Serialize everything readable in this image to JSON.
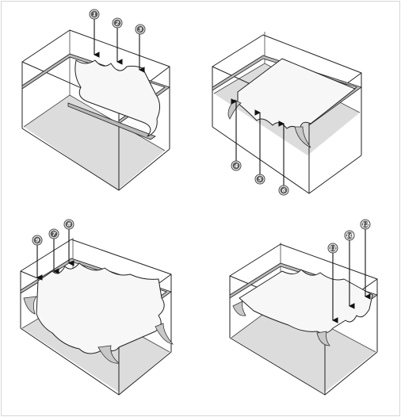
{
  "panels": [
    {
      "name": "panel-1",
      "labels": [
        "1",
        "2",
        "3"
      ]
    },
    {
      "name": "panel-2",
      "labels": [
        "4",
        "5",
        "6"
      ]
    },
    {
      "name": "panel-3",
      "labels": [
        "9",
        "7",
        "8"
      ]
    },
    {
      "name": "panel-4",
      "labels": [
        "11",
        "10",
        "12"
      ]
    }
  ],
  "colors": {
    "stroke": "#222222",
    "floor": "#dcdcdc",
    "band": "#b9b9b9",
    "badge": "#5a5a5a"
  }
}
